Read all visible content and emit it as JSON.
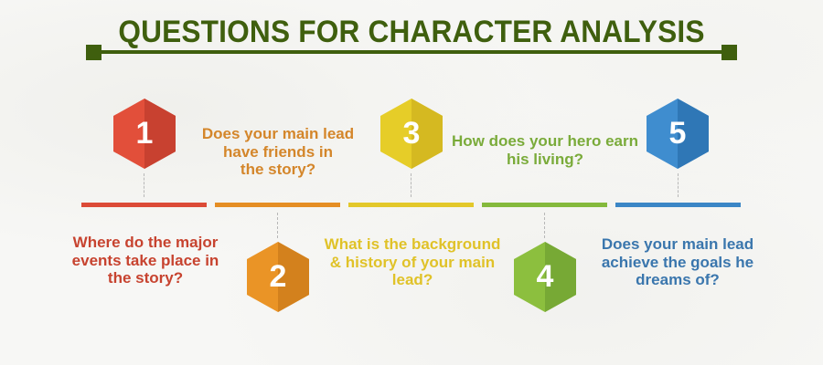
{
  "title": "QUESTIONS FOR CHARACTER ANALYSIS",
  "colors": {
    "title": "#3f5f0e",
    "red": "#dc4b37",
    "orange": "#e58e24",
    "yellow": "#e3c82a",
    "green": "#84b93c",
    "blue": "#3b86c6"
  },
  "steps": [
    {
      "number": "1",
      "question": "Where do the major events take place in the story?",
      "lines": [
        "Where do the major",
        "events take place in",
        "the story?"
      ],
      "color": "#dc4b37",
      "text_color": "#c7432f"
    },
    {
      "number": "2",
      "question": "Does your main lead have friends in the story?",
      "lines": [
        "Does your main lead",
        "have friends in",
        "the story?"
      ],
      "color": "#e58e24",
      "text_color": "#d4862a"
    },
    {
      "number": "3",
      "question": "What is the background & history of your main lead?",
      "lines": [
        "What is the background",
        "& history of your main",
        "lead?"
      ],
      "color": "#e3c82a",
      "text_color": "#e0c228"
    },
    {
      "number": "4",
      "question": "How does your hero earn his living?",
      "lines": [
        "How does your hero earn",
        "his living?"
      ],
      "color": "#84b93c",
      "text_color": "#7aab3a"
    },
    {
      "number": "5",
      "question": "Does your main lead achieve the goals he dreams of?",
      "lines": [
        "Does your main lead",
        "achieve the goals he",
        "dreams of?"
      ],
      "color": "#3b86c6",
      "text_color": "#3a76ad"
    }
  ]
}
